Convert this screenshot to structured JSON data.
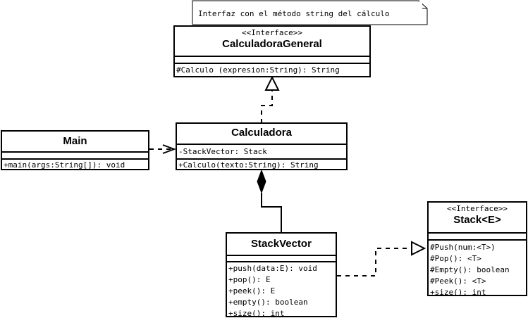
{
  "note": {
    "text": "Interfaz con el método string del cálculo"
  },
  "classes": {
    "calculadora_general": {
      "stereotype": "<<Interface>>",
      "name": "CalculadoraGeneral",
      "attributes": [],
      "methods": [
        "#Calculo (expresion:String): String"
      ]
    },
    "calculadora": {
      "name": "Calculadora",
      "attributes": [
        "-StackVector: Stack"
      ],
      "methods": [
        "+Calculo(texto:String): String"
      ]
    },
    "main": {
      "name": "Main",
      "attributes": [],
      "methods": [
        "+main(args:String[]): void"
      ]
    },
    "stack_vector": {
      "name": "StackVector",
      "attributes": [],
      "methods": [
        "+push(data:E): void",
        "+pop(): E",
        "+peek(): E",
        "+empty(): boolean",
        "+size(): int"
      ]
    },
    "stack": {
      "stereotype": "<<Interface>>",
      "name": "Stack<E>",
      "attributes": [],
      "methods": [
        "#Push(num:<T>)",
        "#Pop(): <T>",
        "#Empty(): boolean",
        "#Peek(): <T>",
        "+size(): int"
      ]
    }
  },
  "relations": [
    {
      "type": "realization",
      "from": "Calculadora",
      "to": "CalculadoraGeneral"
    },
    {
      "type": "dependency",
      "from": "Main",
      "to": "Calculadora"
    },
    {
      "type": "composition",
      "from": "StackVector",
      "to": "Calculadora"
    },
    {
      "type": "realization",
      "from": "StackVector",
      "to": "Stack<E>"
    }
  ]
}
